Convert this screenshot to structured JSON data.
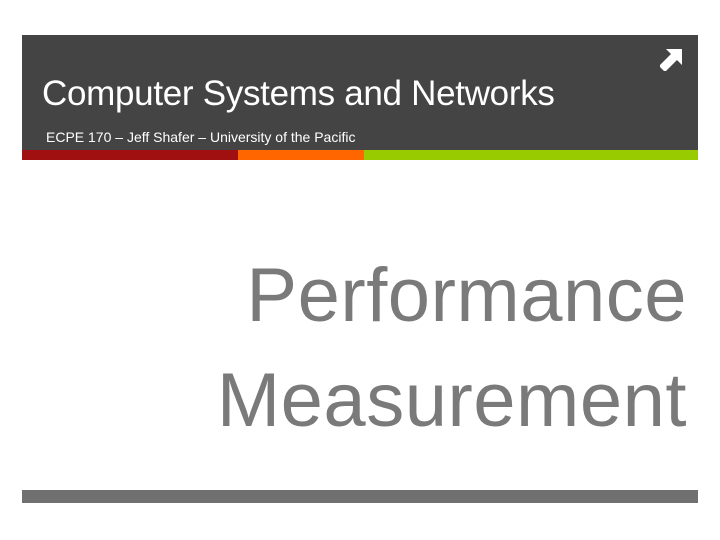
{
  "header": {
    "title": "Computer Systems and Networks",
    "subtitle": "ECPE 170 – Jeff Shafer – University of the Pacific",
    "icon": "arrow-up-right-icon",
    "background_color": "#444444"
  },
  "accent_bar": {
    "colors": [
      "#a01010",
      "#ff6600",
      "#99cc00"
    ]
  },
  "main_title": {
    "lines": [
      "Performance",
      "Measurement"
    ],
    "color": "#7a7a7a"
  },
  "bottom_bar": {
    "color": "#707070"
  }
}
